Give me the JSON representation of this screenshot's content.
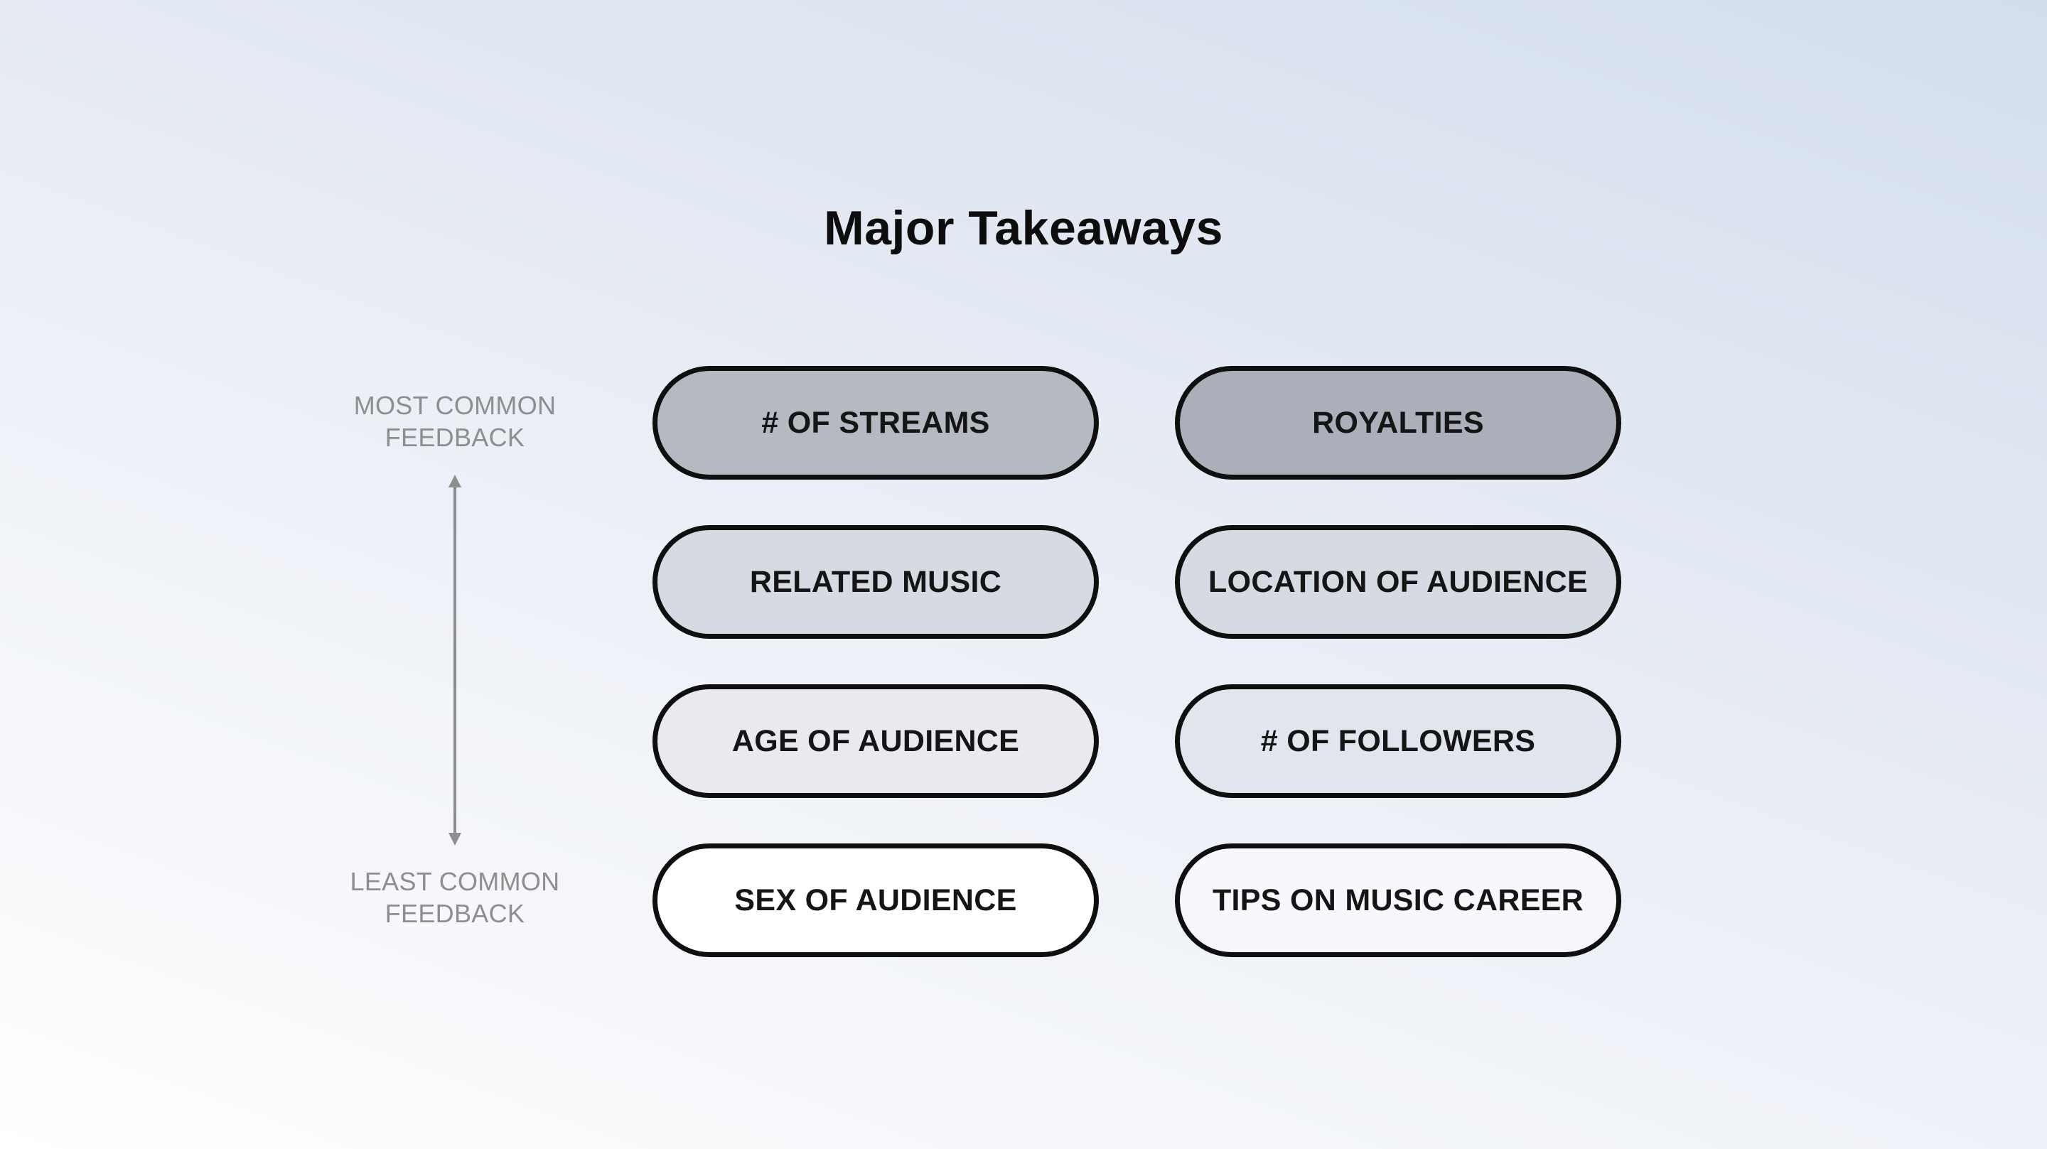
{
  "title": "Major Takeaways",
  "scale": {
    "top_line1": "MOST COMMON",
    "top_line2": "FEEDBACK",
    "bottom_line1": "LEAST COMMON",
    "bottom_line2": "FEEDBACK"
  },
  "items": [
    {
      "label": "# OF STREAMS"
    },
    {
      "label": "ROYALTIES"
    },
    {
      "label": "RELATED MUSIC"
    },
    {
      "label": "LOCATION OF AUDIENCE"
    },
    {
      "label": "AGE OF AUDIENCE"
    },
    {
      "label": "# OF FOLLOWERS"
    },
    {
      "label": "SEX OF AUDIENCE"
    },
    {
      "label": "TIPS ON MUSIC CAREER"
    }
  ],
  "colors": {
    "pill_border": "#0f0f0f",
    "tier_1_fill": "#b5b9c2",
    "tier_2_fill": "#d6dae2",
    "tier_3_fill": "#e8eaf0",
    "tier_4_fill": "#ffffff",
    "scale_text": "#8e8e8e"
  }
}
